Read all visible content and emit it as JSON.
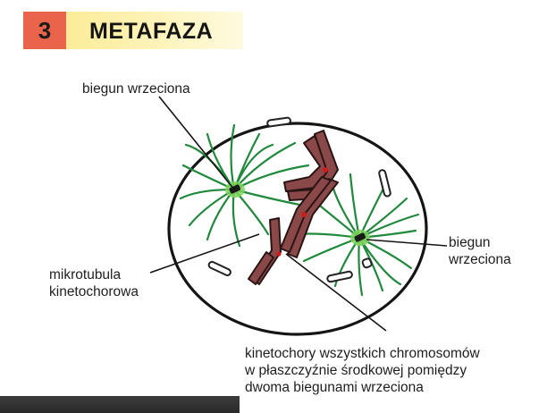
{
  "header": {
    "step_number": "3",
    "title": "METAFAZA"
  },
  "labels": {
    "pole_top": "biegun wrzeciona",
    "pole_right_line1": "biegun",
    "pole_right_line2": "wrzeciona",
    "microtubule_line1": "mikrotubula",
    "microtubule_line2": "kinetochorowa",
    "kinetochores_line1": "kinetochory wszystkich chromosomów",
    "kinetochores_line2": "w płaszczyźnie środkowej pomiędzy",
    "kinetochores_line3": "dwoma biegunami wrzeciona"
  },
  "colors": {
    "badge": "#e9644a",
    "header_fill": "#fbe98a",
    "spindle": "#1f8a3c",
    "centrosome": "#7cd35a",
    "chromosome_fill": "#8a4848",
    "chromosome_stroke": "#2a1515",
    "kinetochore": "#d11a1a",
    "cell_outline": "#151515"
  },
  "icons": {
    "centrosome_left": "centrosome-icon",
    "centrosome_right": "centrosome-icon"
  }
}
